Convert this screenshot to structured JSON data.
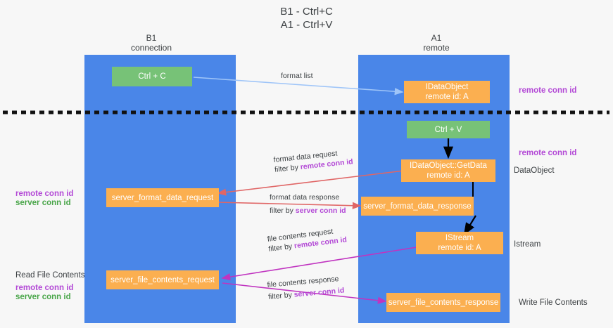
{
  "title": {
    "line1": "B1 - Ctrl+C",
    "line2": "A1 - Ctrl+V"
  },
  "lanes": [
    {
      "id": "b1",
      "head_line1": "B1",
      "head_line2": "connection",
      "color": "#4a86e8"
    },
    {
      "id": "a1",
      "head_line1": "A1",
      "head_line2": "remote",
      "color": "#4a86e8"
    }
  ],
  "nodes": {
    "ctrl_c": {
      "line1": "Ctrl + C",
      "color": "#77c277"
    },
    "idataobject": {
      "line1": "IDataObject",
      "line2": "remote id: A",
      "color": "#fbaf50"
    },
    "ctrl_v": {
      "line1": "Ctrl + V",
      "color": "#77c277"
    },
    "getdata": {
      "line1": "IDataObject::GetData",
      "line2": "remote id: A",
      "color": "#fbaf50"
    },
    "format_req": {
      "line1": "server_format_data_request",
      "color": "#fbaf50"
    },
    "format_resp": {
      "line1": "server_format_data_response",
      "color": "#fbaf50"
    },
    "istream": {
      "line1": "IStream",
      "line2": "remote id: A",
      "color": "#fbaf50"
    },
    "file_req": {
      "line1": "server_file_contents_request",
      "color": "#fbaf50"
    },
    "file_resp": {
      "line1": "server_file_contents_response",
      "color": "#fbaf50"
    }
  },
  "edge_labels": {
    "format_list": "format list",
    "format_data_request": {
      "line1": "format data request",
      "line2_prefix": "filter by ",
      "line2_hi": "remote conn id"
    },
    "format_data_response": {
      "line1": "format data response",
      "line2_prefix": "filter by ",
      "line2_hi": "server conn id"
    },
    "file_contents_request": {
      "line1": "file contents request",
      "line2_prefix": "filter by ",
      "line2_hi": "remote conn id"
    },
    "file_contents_response": {
      "line1": "file contents response",
      "line2_prefix": "filter by ",
      "line2_hi": "server conn id"
    }
  },
  "annotations": {
    "right_remote_conn_top": "remote conn id",
    "right_remote_conn_mid": "remote conn id",
    "right_dataobject": "DataObject",
    "right_istream": "Istream",
    "right_write_file": "Write File Contents",
    "left_remote_conn": "remote conn id",
    "left_server_conn": "server conn id",
    "left_read_file": "Read File Contents",
    "left_remote_conn2": "remote conn id",
    "left_server_conn2": "server conn id"
  },
  "colors": {
    "lane": "#4a86e8",
    "green_box": "#77c277",
    "orange_box": "#fbaf50",
    "purple_text": "#b349d6",
    "green_text": "#4aa64a",
    "light_blue_arrow": "#9fc5f8",
    "red_arrow": "#e06666",
    "magenta_arrow": "#c034c0",
    "black_arrow": "#000000",
    "background": "#f7f7f7"
  }
}
